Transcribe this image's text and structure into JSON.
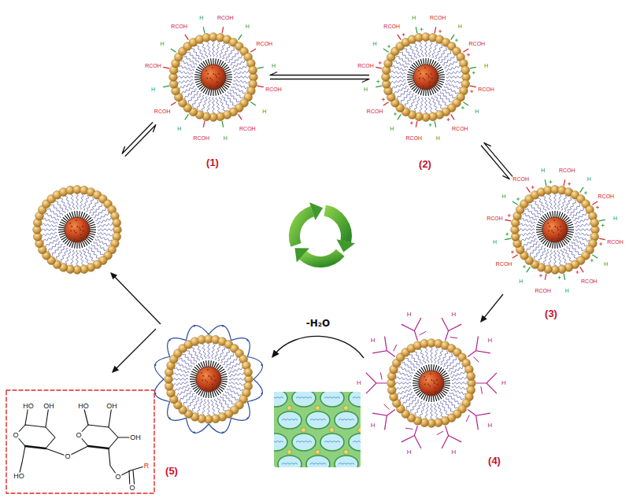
{
  "diagram": {
    "nodes": [
      {
        "text": [
          "(1)"
        ]
      },
      {
        "text": [
          "(2)"
        ]
      },
      {
        "text": [
          "(3)"
        ]
      },
      {
        "text": [
          "(4)"
        ]
      },
      {
        "text": [
          "(5)"
        ]
      }
    ],
    "edges": [
      {
        "from": 0,
        "to": 1,
        "arrow": "both"
      },
      {
        "from": 1,
        "to": 2,
        "arrow": "both"
      },
      {
        "from": 2,
        "to": 3,
        "arrow": "to"
      },
      {
        "from": 3,
        "to": 4,
        "arrow": "to",
        "label": "-H₂O"
      }
    ],
    "labels": [
      "RCOH",
      "H",
      "RCOH",
      "H",
      "RCOH",
      "H",
      "RCOH",
      "H",
      "RCOH",
      "H",
      "RCOH",
      "H",
      "RCOH",
      "H",
      "RCOH",
      "H",
      "RCOH",
      "H",
      "RCOH",
      "H",
      "RCOH",
      "H",
      "RCOH",
      "H",
      "RCOH",
      "H",
      "RCOH",
      "H",
      "RCOH",
      "H",
      "RCOH",
      "H",
      "RCOH",
      "H",
      "RCOH",
      "H",
      "RCOH",
      "H",
      "RCOH",
      "H",
      "RCOH",
      "H",
      "RCOH",
      "H",
      "RCOH",
      "H",
      "RCOH",
      "H",
      "H",
      "H",
      "H",
      "H",
      "H",
      "H",
      "H",
      "H",
      "H",
      "H",
      "HO",
      "OH",
      "O",
      "O",
      "HO",
      "HO",
      "OH",
      "O",
      "OH",
      "O",
      "O",
      "R"
    ]
  }
}
